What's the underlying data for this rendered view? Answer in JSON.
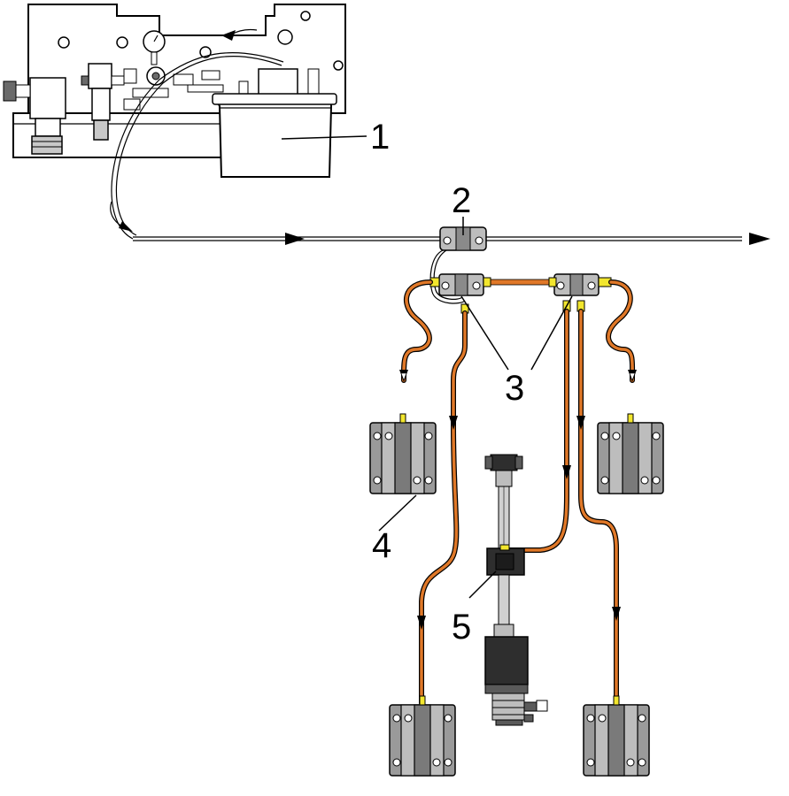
{
  "callouts": [
    {
      "id": "1",
      "label": "1"
    },
    {
      "id": "2",
      "label": "2"
    },
    {
      "id": "3",
      "label": "3"
    },
    {
      "id": "4",
      "label": "4"
    },
    {
      "id": "5",
      "label": "5"
    }
  ],
  "colors": {
    "line": "#000000",
    "tube": "#e07828",
    "fitting": "#f2e62e",
    "block_gray": "#9a9a9a",
    "block_light": "#d4d4d4",
    "block_dark": "#3a3a3a",
    "panel": "#ffffff"
  },
  "icons": [
    "lube-panel-icon",
    "distribution-block-icon",
    "manifold-icon",
    "linear-bearing-block-icon",
    "ballscrew-assembly-icon",
    "flow-arrow-icon"
  ]
}
